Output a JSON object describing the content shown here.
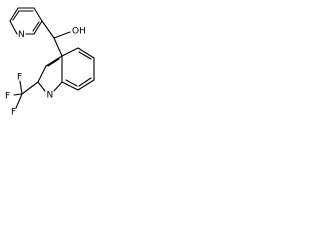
{
  "structure": {
    "labels": {
      "pyridine_n": "N",
      "hydroxyl": "OH",
      "quinoline_n": "N",
      "f_top": "F",
      "f_left": "F",
      "f_bottom": "F"
    }
  }
}
